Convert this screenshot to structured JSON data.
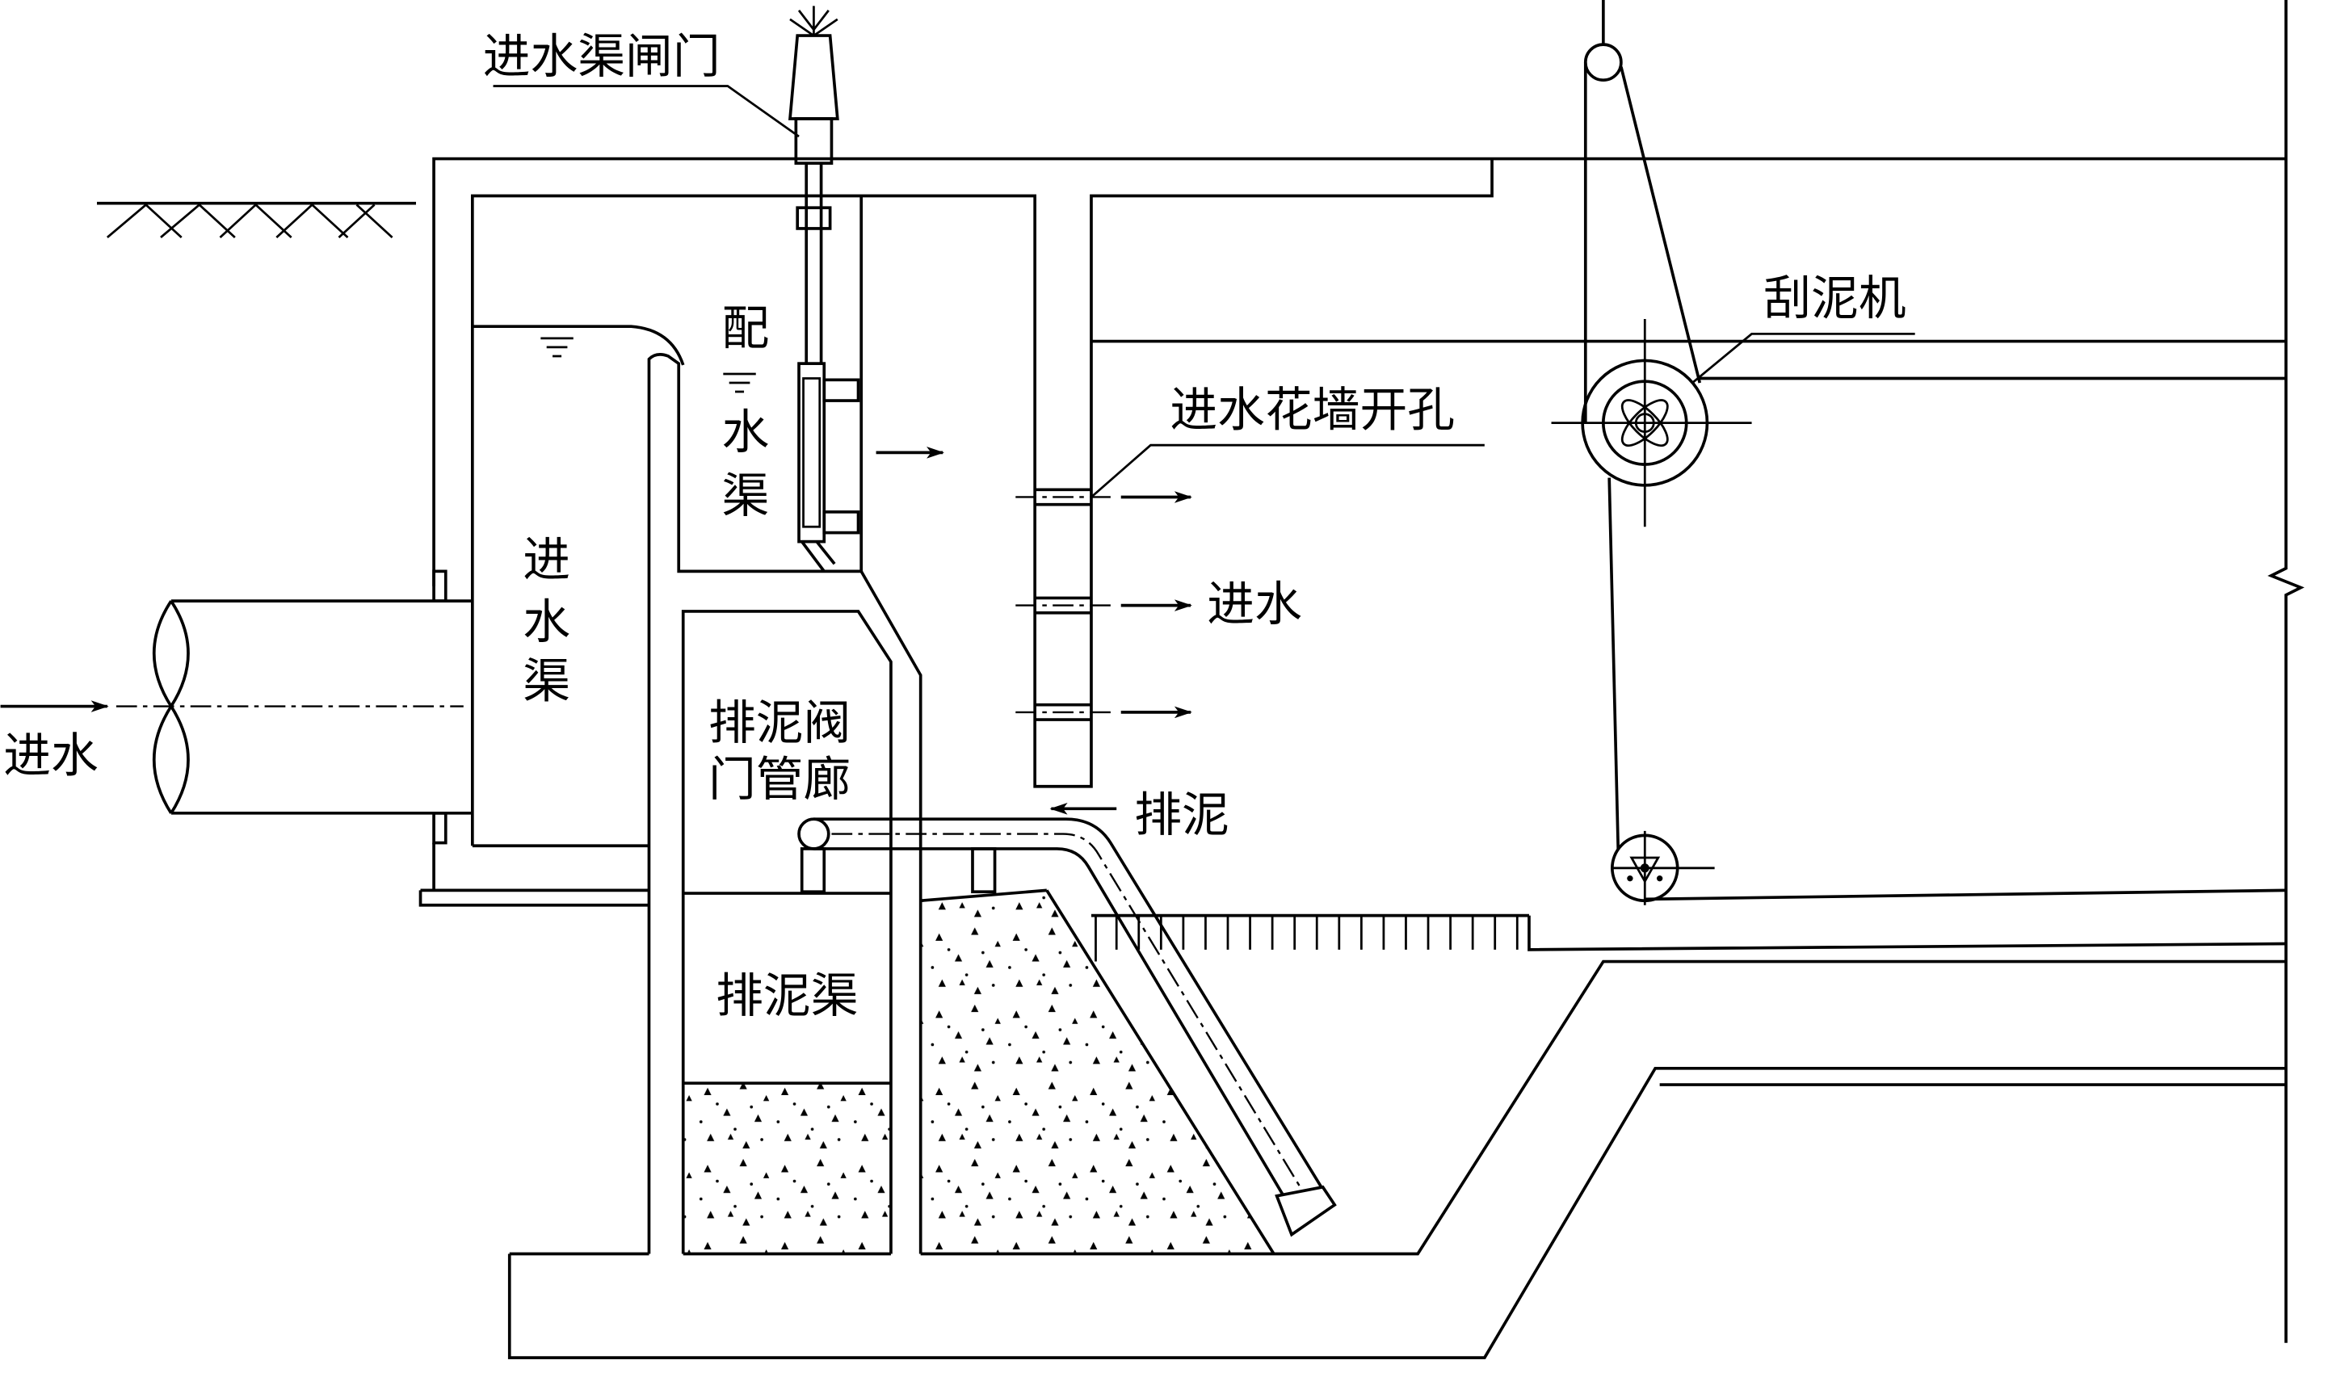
{
  "labels": {
    "inlet_gate": "进水渠闸门",
    "distribution_channel": [
      "配",
      "水",
      "渠"
    ],
    "perforated_wall_openings": "进水花墙开孔",
    "scraper": "刮泥机",
    "inlet_channel": [
      "进",
      "水",
      "渠"
    ],
    "inlet_left": "进水",
    "inlet_right": "进水",
    "sludge_gallery": [
      "排泥阀",
      "门管廊"
    ],
    "sludge_discharge": "排泥",
    "sludge_channel": "排泥渠"
  },
  "colors": {
    "line": "#000000",
    "background": "#ffffff"
  }
}
